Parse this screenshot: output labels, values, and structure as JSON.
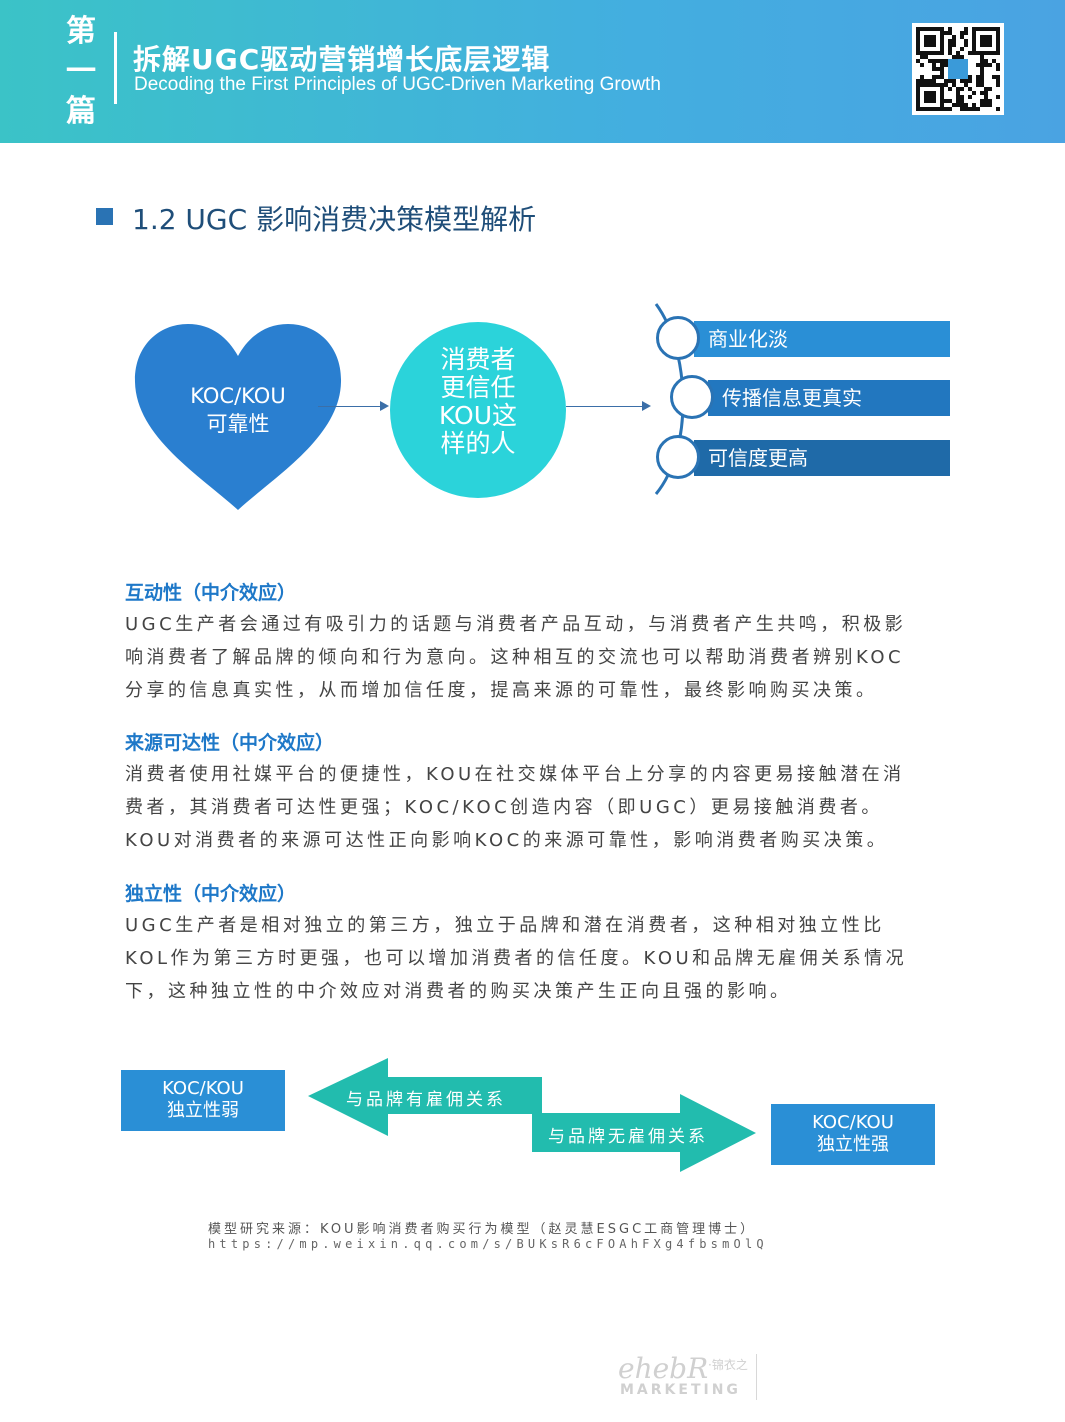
{
  "header": {
    "chapter_chars": [
      "第",
      "一",
      "篇"
    ],
    "title": "拆解UGC驱动营销增长底层逻辑",
    "subtitle": "Decoding the First Principles of UGC-Driven Marketing Growth"
  },
  "section": {
    "title": "1.2 UGC 影响消费决策模型解析"
  },
  "diagram1": {
    "heart_lines": [
      "KOC/KOU",
      "可靠性"
    ],
    "circle_lines": [
      "消费者",
      "更信任",
      "KOU这",
      "样的人"
    ],
    "outcomes": [
      "商业化淡",
      "传播信息更真实",
      "可信度更高"
    ],
    "colors": {
      "heart": "#2a7fd0",
      "circle": "#2bd3da",
      "bars": [
        "#2a8fd6",
        "#2277bf",
        "#1f6aa8"
      ]
    }
  },
  "sections": [
    {
      "heading": "互动性（中介效应）",
      "lines": [
        "UGC生产者会通过有吸引力的话题与消费者产品互动，与消费者产生共鸣，积极影",
        "响消费者了解品牌的倾向和行为意向。这种相互的交流也可以帮助消费者辨别KOC",
        "分享的信息真实性，从而增加信任度，提高来源的可靠性，最终影响购买决策。"
      ]
    },
    {
      "heading": "来源可达性（中介效应）",
      "lines": [
        "消费者使用社媒平台的便捷性，KOU在社交媒体平台上分享的内容更易接触潜在消",
        "费者，其消费者可达性更强；KOC/KOC创造内容（即UGC）更易接触消费者。",
        "KOU对消费者的来源可达性正向影响KOC的来源可靠性，影响消费者购买决策。"
      ]
    },
    {
      "heading": "独立性（中介效应）",
      "lines": [
        "UGC生产者是相对独立的第三方，独立于品牌和潜在消费者，这种相对独立性比",
        "KOL作为第三方时更强，也可以增加消费者的信任度。KOU和品牌无雇佣关系情况",
        "下，这种独立性的中介效应对消费者的购买决策产生正向且强的影响。"
      ]
    }
  ],
  "diagram2": {
    "left_box": [
      "KOC/KOU",
      "独立性弱"
    ],
    "right_box": [
      "KOC/KOU",
      "独立性强"
    ],
    "arrow_left_label": "与品牌有雇佣关系",
    "arrow_right_label": "与品牌无雇佣关系",
    "colors": {
      "box": "#2a8fd6",
      "arrow": "#22bcae"
    }
  },
  "source": {
    "line1": "模型研究来源：KOU影响消费者购买行为模型（赵灵慧ESGC工商管理博士）",
    "line2": "https://mp.weixin.qq.com/s/BUKsR6cFOAhFXg4fbsmOlQ"
  },
  "logo": {
    "script": "ehebR",
    "mark": "·锦衣之",
    "word": "MARKETING"
  }
}
